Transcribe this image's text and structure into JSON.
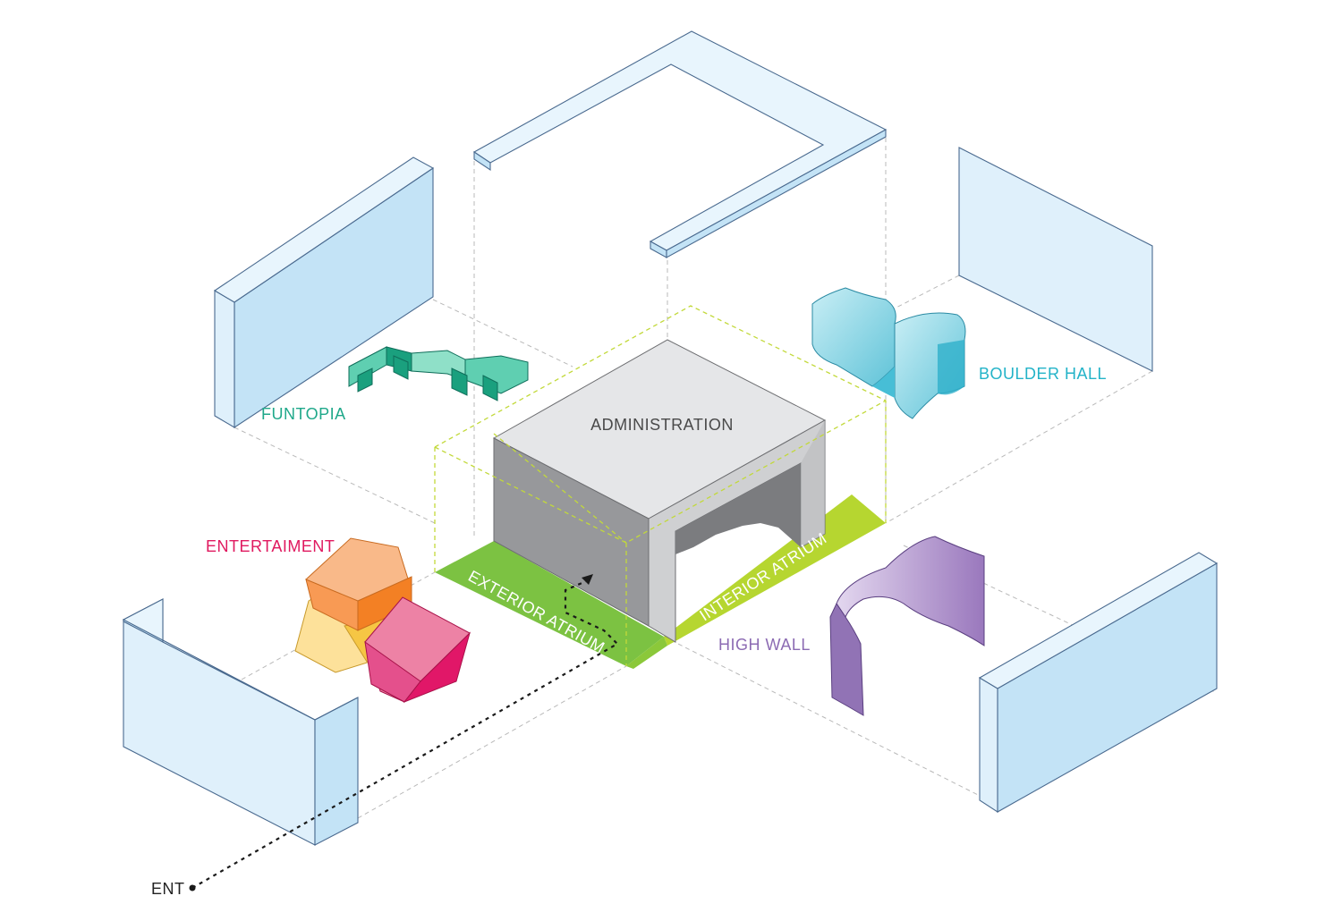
{
  "labels": {
    "administration": "ADMINISTRATION",
    "funtopia": "FUNTOPIA",
    "boulder_hall": "BOULDER HALL",
    "entertainment": "ENTERTAIMENT",
    "high_wall": "HIGH WALL",
    "exterior_atrium": "EXTERIOR ATRIUM",
    "interior_atrium": "INTERIOR ATRIUM",
    "entrance": "ENT"
  },
  "colors": {
    "funtopia": "#1fa88a",
    "boulder_hall": "#23b3c8",
    "entertainment": "#e0195f",
    "high_wall": "#8c6bb3",
    "administration_text": "#4a4a4a",
    "exterior_atrium": "#7cc242",
    "interior_atrium": "#b6d630",
    "entrance": "#222222"
  }
}
